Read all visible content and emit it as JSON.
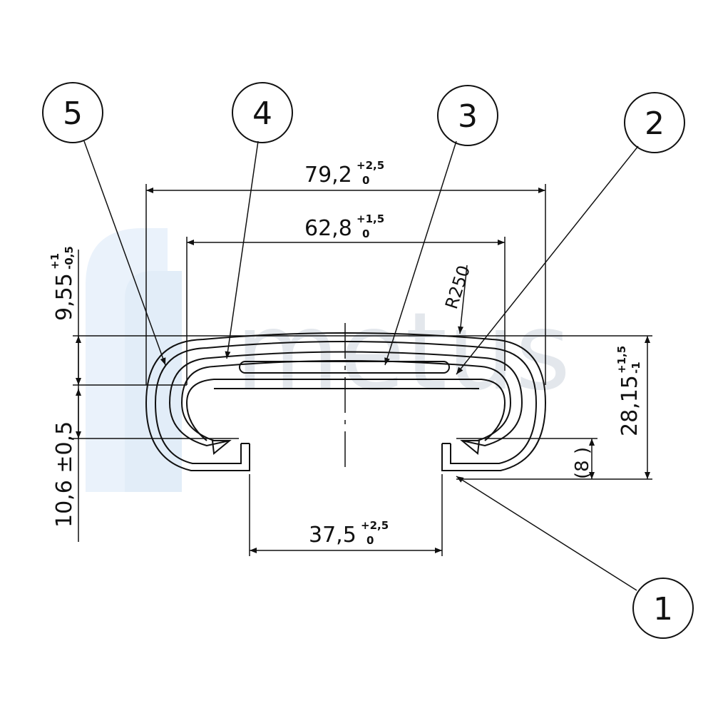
{
  "watermark": {
    "brand": "metus",
    "color": "#dfe6ee",
    "accent": "#eaf2fb"
  },
  "callouts": [
    {
      "number": "5"
    },
    {
      "number": "4"
    },
    {
      "number": "3"
    },
    {
      "number": "2"
    },
    {
      "number": "1"
    }
  ],
  "dimensions": {
    "overall_width": {
      "value": "79,2",
      "tol_upper": "+2,5",
      "tol_lower": "0"
    },
    "inner_width": {
      "value": "62,8",
      "tol_upper": "+1,5",
      "tol_lower": "0"
    },
    "opening_width": {
      "value": "37,5",
      "tol_upper": "+2,5",
      "tol_lower": "0"
    },
    "top_thickness": {
      "value": "9,55",
      "tol_upper": "+1",
      "tol_lower": "-0,5"
    },
    "lip_height": {
      "value": "10,6 ±0,5"
    },
    "overall_height": {
      "value": "28,15",
      "tol_upper": "+1,5",
      "tol_lower": "-1"
    },
    "radius": {
      "value": "R250"
    },
    "flange": {
      "value": "(8 )"
    }
  }
}
